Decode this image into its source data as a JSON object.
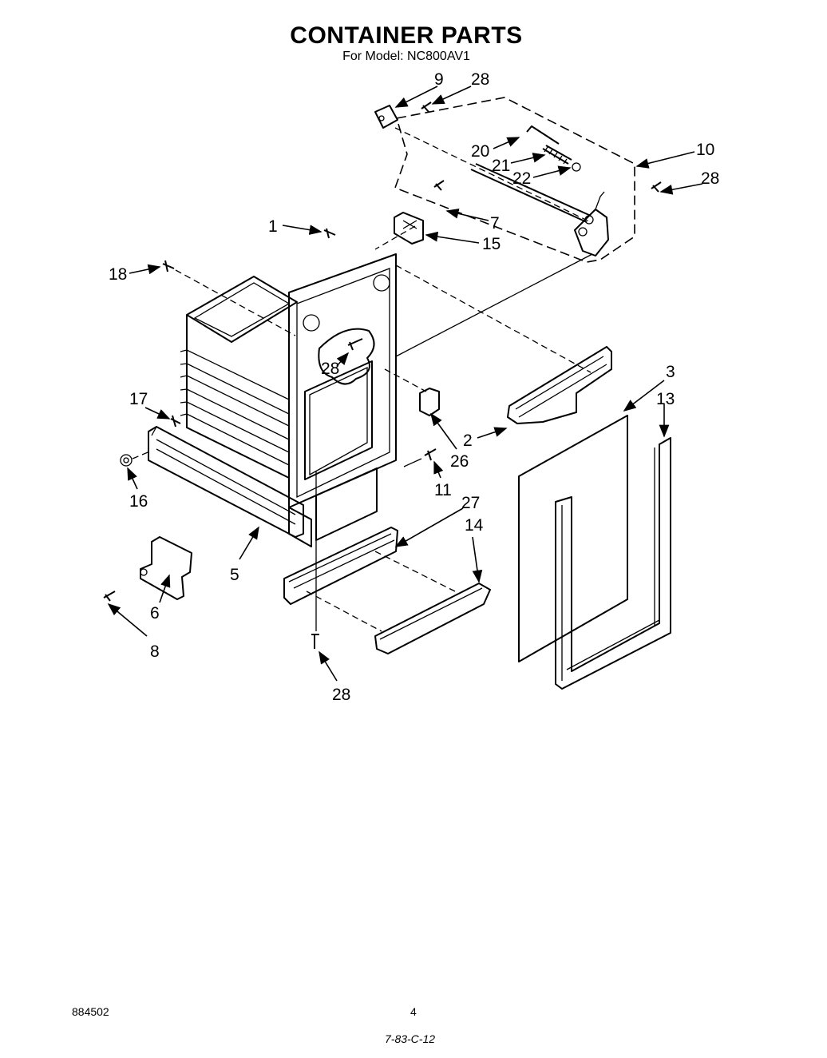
{
  "header": {
    "title": "CONTAINER PARTS",
    "subtitle": "For Model: NC800AV1"
  },
  "callouts": {
    "c9": "9",
    "c28a": "28",
    "c10": "10",
    "c20": "20",
    "c21": "21",
    "c22": "22",
    "c28b": "28",
    "c1": "1",
    "c7": "7",
    "c15": "15",
    "c18": "18",
    "c28c": "28",
    "c3": "3",
    "c13": "13",
    "c17": "17",
    "c2": "2",
    "c26": "26",
    "c16": "16",
    "c11": "11",
    "c27": "27",
    "c14": "14",
    "c5": "5",
    "c6": "6",
    "c8": "8",
    "c28d": "28"
  },
  "footer": {
    "doc_number": "884502",
    "page_number": "4",
    "stamp": "7-83-C-12"
  }
}
